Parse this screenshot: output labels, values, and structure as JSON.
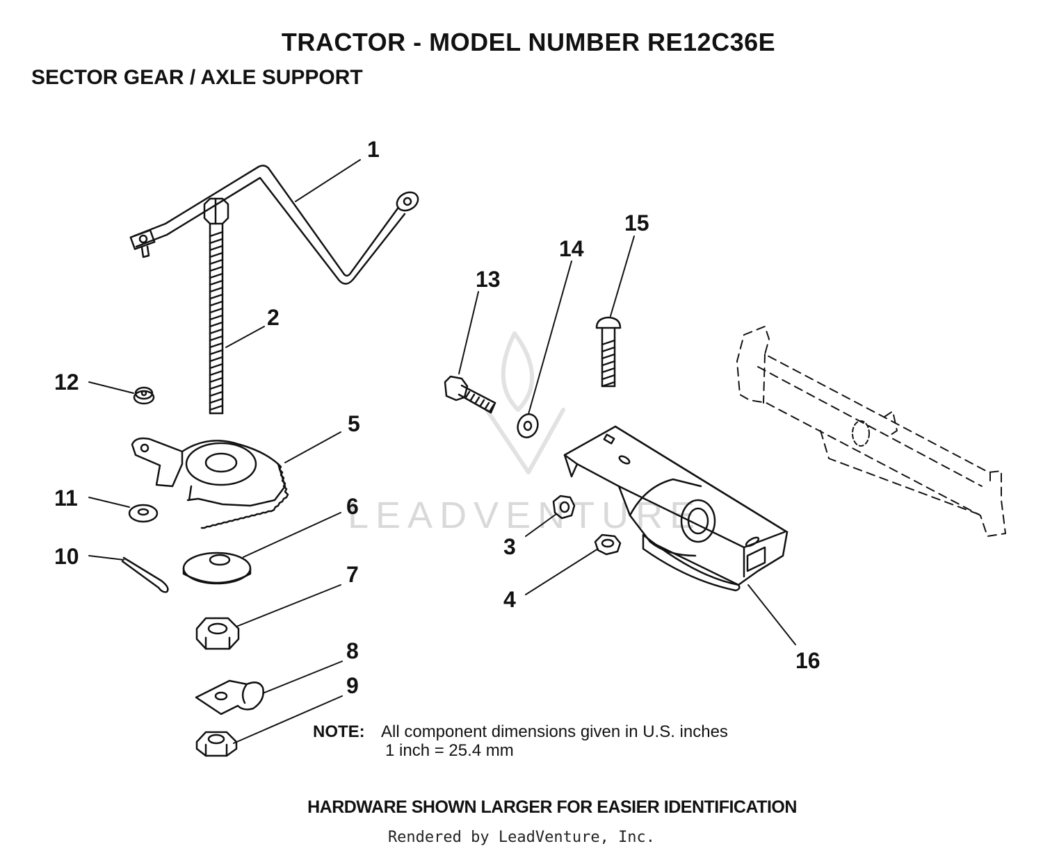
{
  "header": {
    "title": "TRACTOR   - MODEL NUMBER RE12C36E",
    "subtitle": "SECTOR GEAR / AXLE SUPPORT"
  },
  "watermark": "LEADVENTURE",
  "callouts": [
    "1",
    "2",
    "3",
    "4",
    "5",
    "6",
    "7",
    "8",
    "9",
    "10",
    "11",
    "12",
    "13",
    "14",
    "15",
    "16"
  ],
  "note": {
    "label": "NOTE:",
    "line1": "All component dimensions given in U.S. inches",
    "line2": "1 inch = 25.4 mm"
  },
  "footer": {
    "hardware": "HARDWARE SHOWN LARGER FOR EASIER IDENTIFICATION",
    "rendered_by": "Rendered by LeadVenture, Inc."
  }
}
